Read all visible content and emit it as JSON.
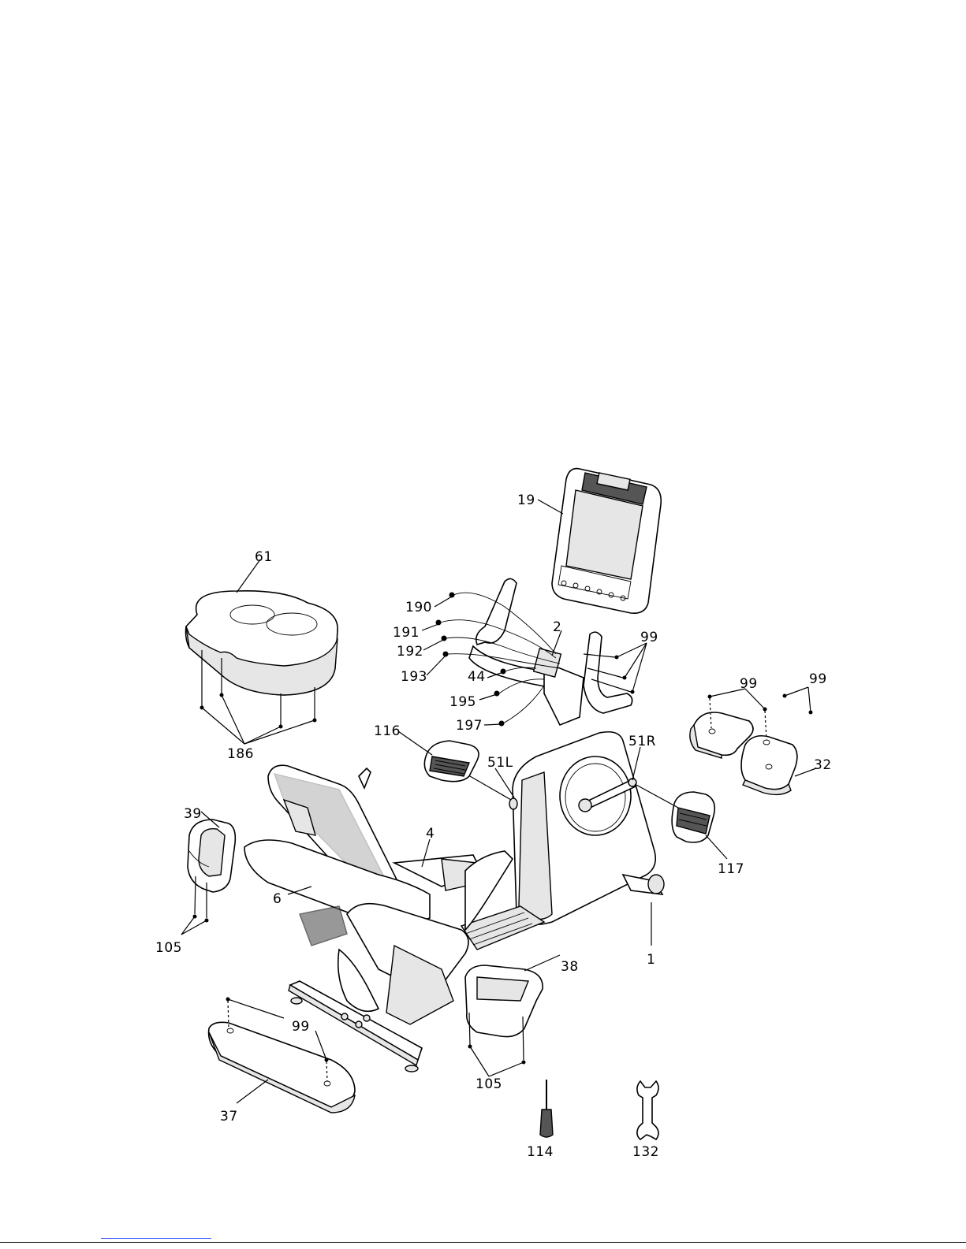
{
  "labels": {
    "p19": "19",
    "p61": "61",
    "p190": "190",
    "p191": "191",
    "p192": "192",
    "p193": "193",
    "p2": "2",
    "p99_top": "99",
    "p44": "44",
    "p195": "195",
    "p197": "197",
    "p99_a": "99",
    "p99_b": "99",
    "p186": "186",
    "p116": "116",
    "p51L": "51L",
    "p51R": "51R",
    "p32": "32",
    "p39": "39",
    "p4": "4",
    "p117": "117",
    "p6": "6",
    "p105_left": "105",
    "p1": "1",
    "p38": "38",
    "p99_bottom": "99",
    "p37": "37",
    "p105_bottom": "105",
    "p114": "114",
    "p132": "132"
  }
}
